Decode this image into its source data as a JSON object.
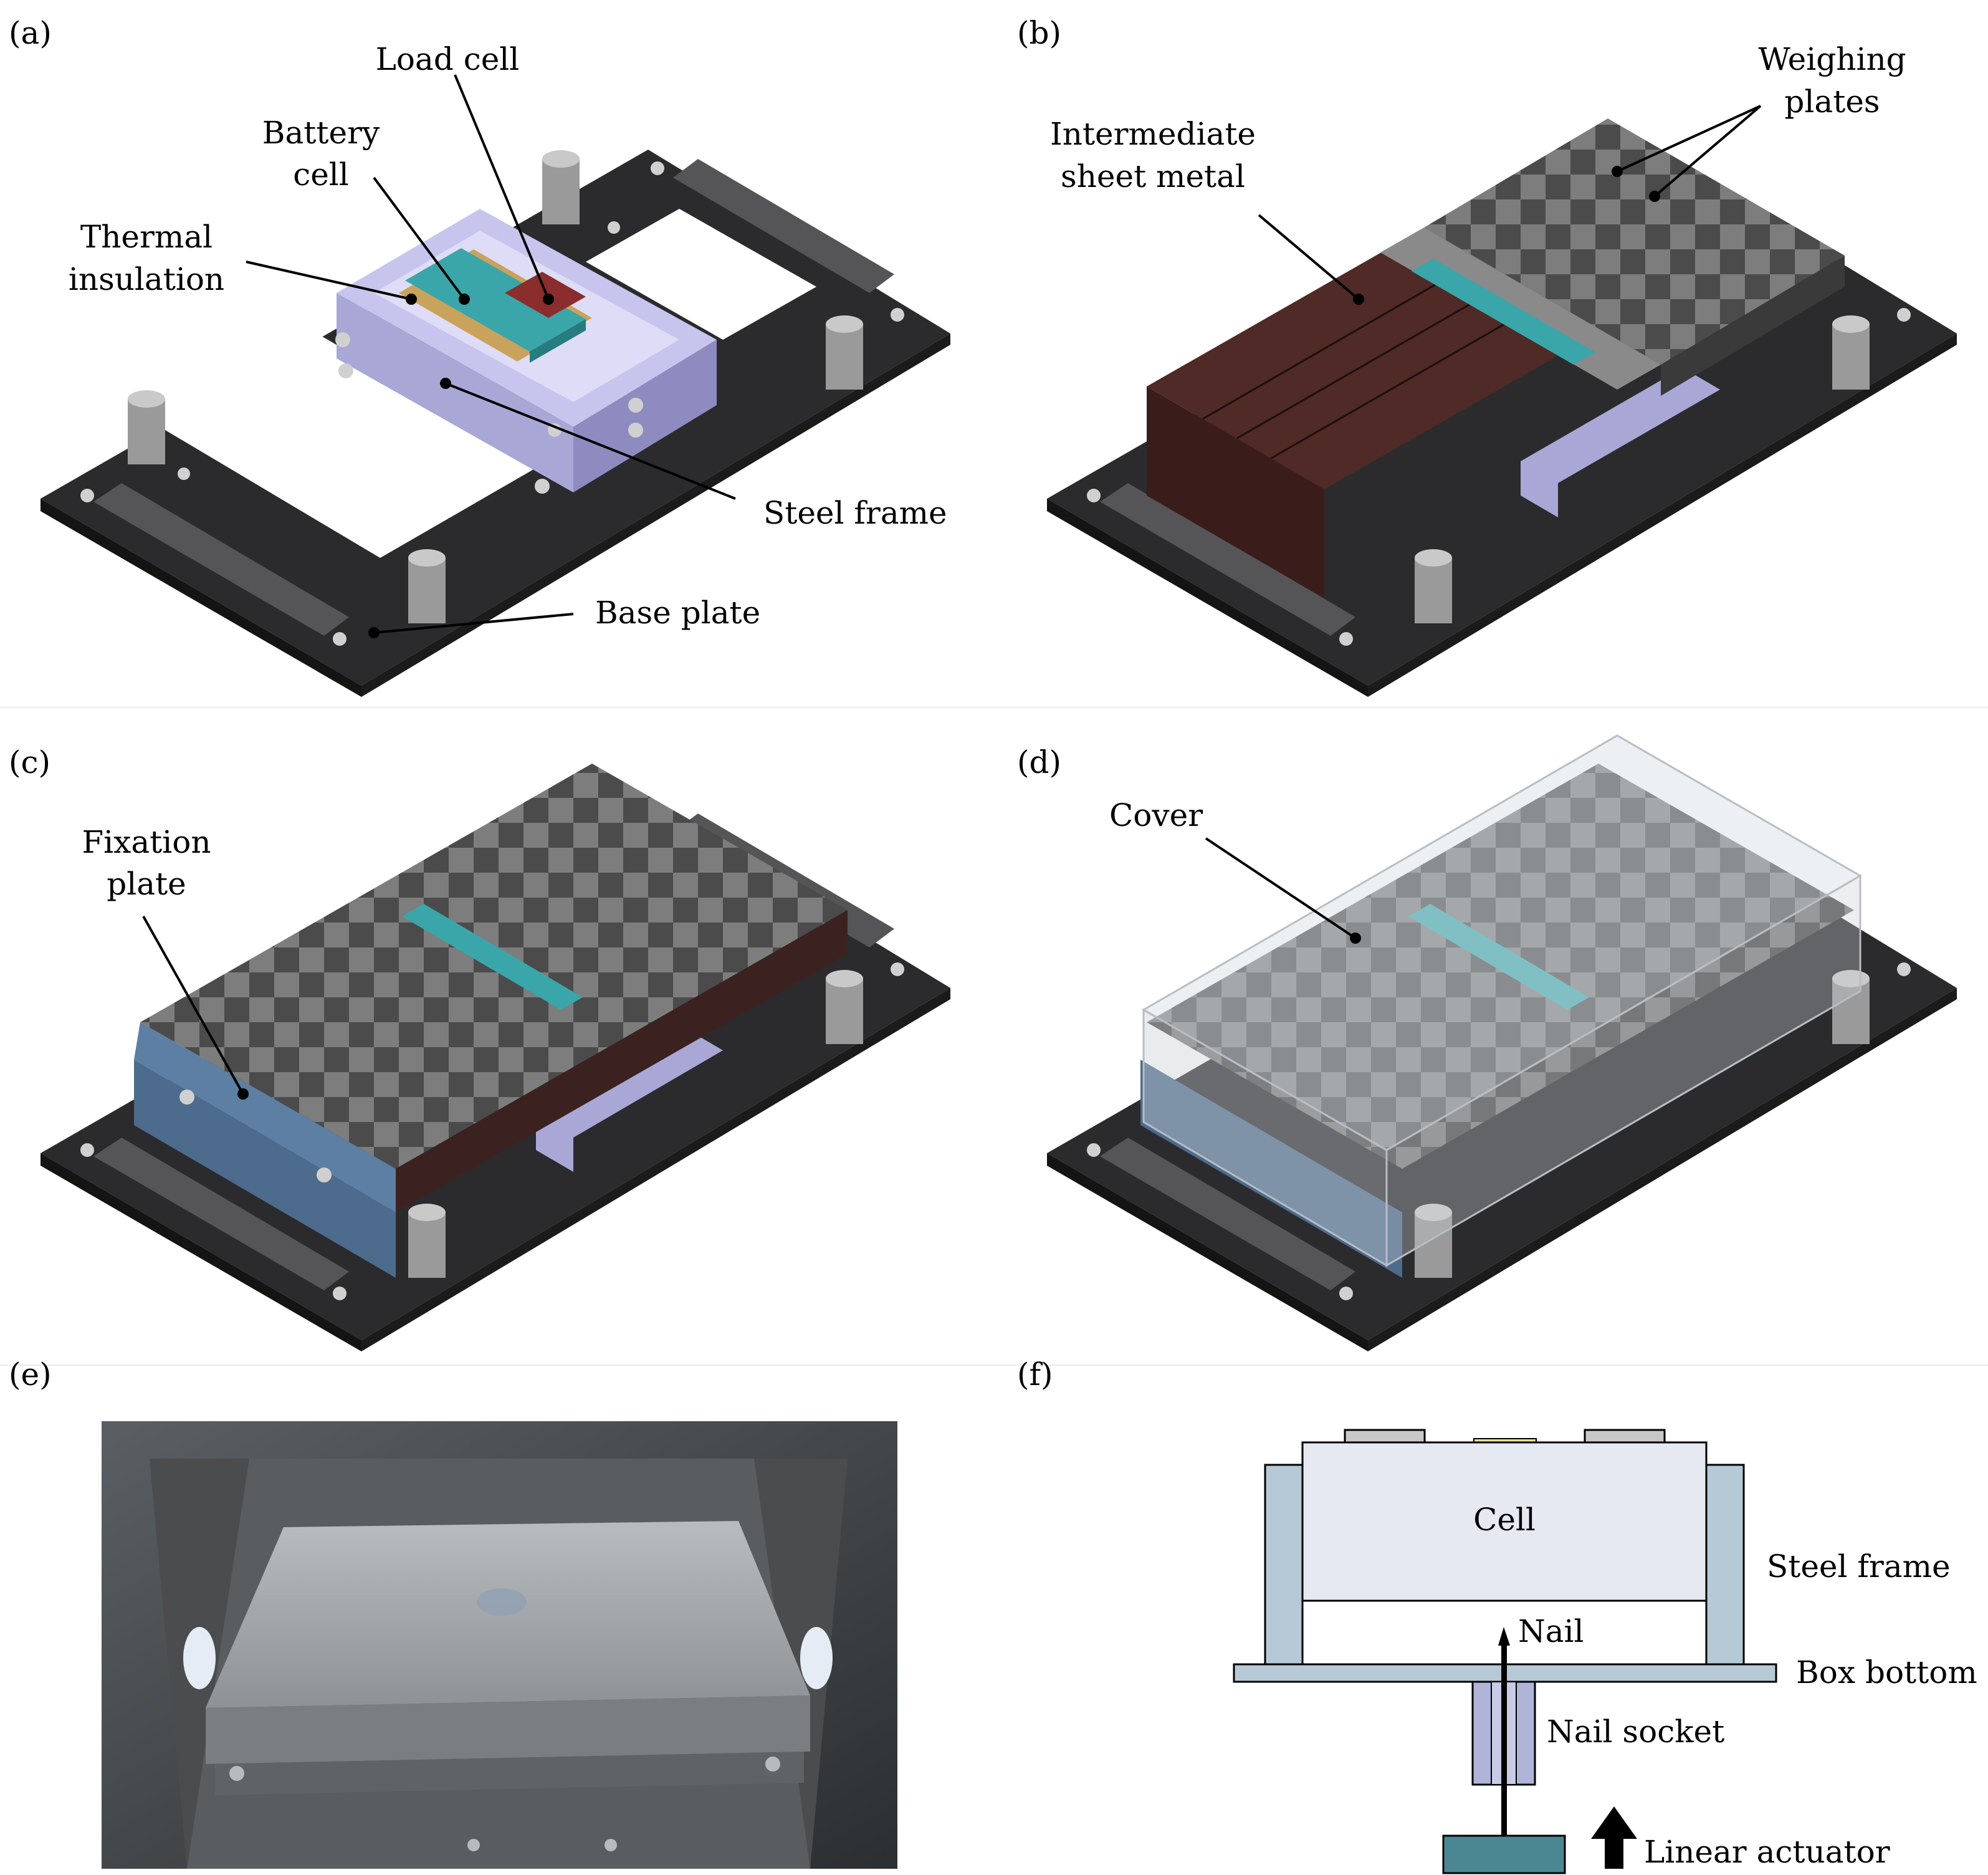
{
  "panels": {
    "a": {
      "tag": "(a)",
      "labels": {
        "load_cell": "Load cell",
        "battery_cell_1": "Battery",
        "battery_cell_2": "cell",
        "thermal_1": "Thermal",
        "thermal_2": "insulation",
        "steel_frame": "Steel frame",
        "base_plate": "Base plate"
      }
    },
    "b": {
      "tag": "(b)",
      "labels": {
        "weighing_1": "Weighing",
        "weighing_2": "plates",
        "intermediate_1": "Intermediate",
        "intermediate_2": "sheet metal"
      }
    },
    "c": {
      "tag": "(c)",
      "labels": {
        "fixation_1": "Fixation",
        "fixation_2": "plate"
      }
    },
    "d": {
      "tag": "(d)",
      "labels": {
        "cover": "Cover"
      }
    },
    "e": {
      "tag": "(e)"
    },
    "f": {
      "tag": "(f)",
      "labels": {
        "cell": "Cell",
        "steel_frame": "Steel frame",
        "nail": "Nail",
        "box_bottom": "Box bottom",
        "nail_socket": "Nail socket",
        "linear_actuator": "Linear actuator"
      }
    }
  },
  "colors": {
    "base_plate": "#2b2b2d",
    "steel_frame": "#a9a7d6",
    "battery": "#3aa6a9",
    "load_cell": "#8b2d2d",
    "insulation": "#c9a25c",
    "intermediate_sheet": "#4f2a26",
    "weighing_dark": "#4a4a4a",
    "weighing_light": "#7a7a7a",
    "fixation_plate": "#4d6b8c",
    "cover": "#d8dde2",
    "schematic_frame": "#b5c9d6",
    "schematic_cell": "#e6e9f2",
    "schematic_actuator": "#4a8793"
  }
}
